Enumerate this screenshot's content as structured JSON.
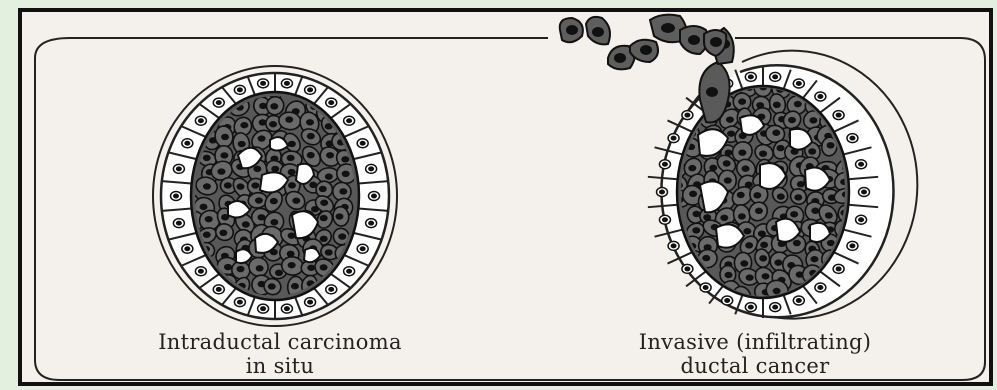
{
  "figure": {
    "left_caption": {
      "line1": "Intraductal carcinoma",
      "line2": "in situ"
    },
    "right_caption": {
      "line1": "Invasive (infiltrating)",
      "line2": "ductal cancer"
    }
  },
  "colors": {
    "background": "#e3efdf",
    "panel": "#f4f1ec",
    "ink": "#111111",
    "tumor_cell": "#555555",
    "lumen": "#ffffff"
  },
  "icons": {
    "left_duct": "duct-in-situ-icon",
    "right_duct": "duct-invasive-icon"
  }
}
